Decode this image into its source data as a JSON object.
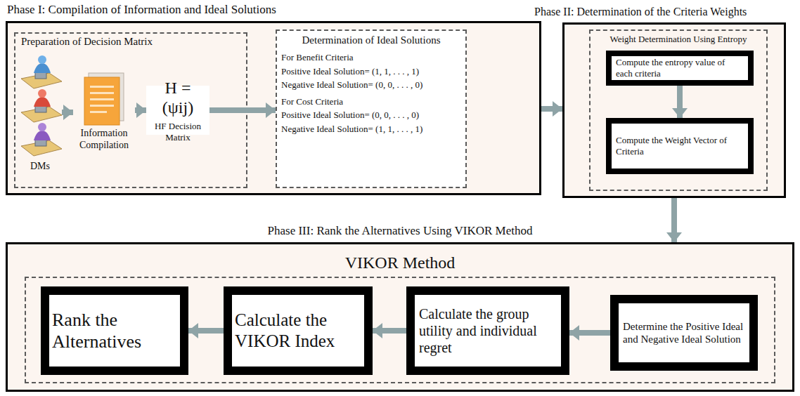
{
  "diagram": {
    "nodes": [
      {
        "text": [
          "Phase I: Compilation of Information and Ideal Solutions"
        ]
      },
      {
        "text": [
          "Preparation of Decision Matrix"
        ],
        "in": 0
      },
      {
        "text": [
          "DMs"
        ],
        "in": 1
      },
      {
        "text": [
          "Information Compilation"
        ],
        "in": 1
      },
      {
        "text": [
          "H = (ψij)",
          "HF Decision Matrix"
        ],
        "in": 1
      },
      {
        "text": [
          "Determination of Ideal Solutions",
          "For Benefit Criteria",
          "Positive Ideal Solution= (1, 1, . . . , 1)",
          "Negative Ideal Solution= (0, 0, . . . , 0)",
          "For Cost Criteria",
          "Positive Ideal Solution= (0, 0, . . . , 0)",
          "Negative Ideal Solution= (1, 1, . . . , 1)"
        ],
        "in": 0
      },
      {
        "text": [
          "Phase II: Determination of the Criteria Weights"
        ]
      },
      {
        "text": [
          "Weight Determination Using Entropy"
        ],
        "in": 6
      },
      {
        "text": [
          "Compute the entropy value of each criteria"
        ],
        "in": 7
      },
      {
        "text": [
          "Compute the Weight Vector of Criteria"
        ],
        "in": 7
      },
      {
        "text": [
          "Phase III: Rank the Alternatives Using VIKOR Method"
        ]
      },
      {
        "text": [
          "VIKOR Method"
        ],
        "in": 10
      },
      {
        "text": [
          "Determine the Positive Ideal and Negative Ideal Solution"
        ],
        "in": 11
      },
      {
        "text": [
          "Calculate the group utility and individual regret"
        ],
        "in": 11
      },
      {
        "text": [
          "Calculate the VIKOR Index"
        ],
        "in": 11
      },
      {
        "text": [
          "Rank the Alternatives"
        ],
        "in": 11
      }
    ],
    "edges": [
      {
        "from": 2,
        "to": 3,
        "arrow": "to"
      },
      {
        "from": 3,
        "to": 4,
        "arrow": "to"
      },
      {
        "from": 4,
        "to": 5,
        "arrow": "to"
      },
      {
        "from": 0,
        "to": 6,
        "arrow": "to"
      },
      {
        "from": 8,
        "to": 9,
        "arrow": "to"
      },
      {
        "from": 6,
        "to": 10,
        "arrow": "to"
      },
      {
        "from": 12,
        "to": 13,
        "arrow": "to"
      },
      {
        "from": 13,
        "to": 14,
        "arrow": "to"
      },
      {
        "from": 14,
        "to": 15,
        "arrow": "to"
      }
    ]
  }
}
